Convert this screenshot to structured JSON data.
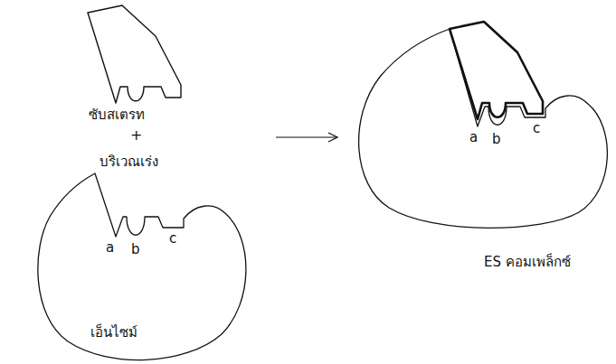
{
  "diagram": {
    "nodes": [
      {
        "text": [
          "ซับสเตรท"
        ]
      },
      {
        "text": [
          "บริเวณเร่ง",
          "a",
          "b",
          "c",
          "เอ็นไซม์"
        ]
      },
      {
        "text": [
          "a",
          "b",
          "c",
          "ES คอมเพล็กซ์"
        ]
      }
    ],
    "edges": [
      {
        "from": 1,
        "to": 2,
        "arrow": "to"
      }
    ],
    "labels": [
      "+"
    ]
  }
}
